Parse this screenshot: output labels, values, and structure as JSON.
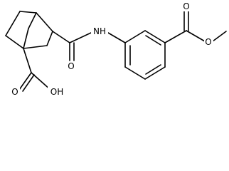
{
  "structure": {
    "labels": {
      "carbonyl_o_amide": "O",
      "nh": "NH",
      "oh": "OH",
      "carbonyl_o_acid": "O",
      "carbonyl_o_ester": "O",
      "ester_o": "O"
    }
  }
}
